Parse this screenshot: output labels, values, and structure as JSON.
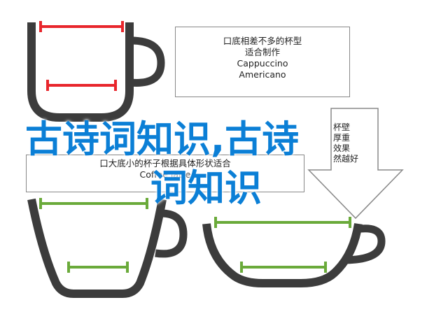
{
  "colors": {
    "cup": "#3c3c3c",
    "red_line": "#e8262c",
    "green_line": "#6aaa3a",
    "overlay_text": "#0b7fd6",
    "frame": "#888888"
  },
  "notes": {
    "top": {
      "lines": [
        "口底相差不多的杯型",
        "适合制作",
        "Cappuccino",
        "Americano"
      ]
    },
    "middle": {
      "lines": [
        "口大底小的杯子根据具体形状适合",
        "Coffee latte"
      ]
    },
    "arrow": {
      "lines": [
        "杯壁",
        "厚重",
        "效果",
        "然越好"
      ]
    }
  },
  "overlay": {
    "line1": "古诗词知识,古诗",
    "line2": "词知识"
  },
  "icons": [
    "cup-icon",
    "cup-icon",
    "cup-icon",
    "arrow-down-icon"
  ]
}
